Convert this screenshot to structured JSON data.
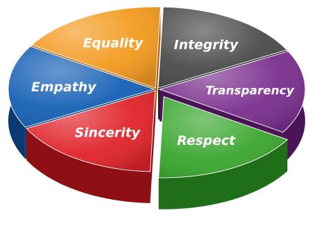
{
  "chart_data": {
    "type": "pie",
    "title": "",
    "slices": [
      {
        "label": "Integrity",
        "value": 1,
        "color": "#4a4a4a",
        "dark": "#222222"
      },
      {
        "label": "Transparency",
        "value": 1,
        "color": "#7a2f8e",
        "dark": "#4a1457"
      },
      {
        "label": "Respect",
        "value": 1,
        "color": "#3aa62e",
        "dark": "#1f6e18"
      },
      {
        "label": "Sincerity",
        "value": 1,
        "color": "#e0232a",
        "dark": "#8e1014"
      },
      {
        "label": "Empathy",
        "value": 1,
        "color": "#1560b5",
        "dark": "#0b3a73"
      },
      {
        "label": "Equality",
        "value": 1,
        "color": "#f39a1e",
        "dark": "#b5650c"
      }
    ],
    "exploded": "Respect",
    "legend": "none"
  }
}
